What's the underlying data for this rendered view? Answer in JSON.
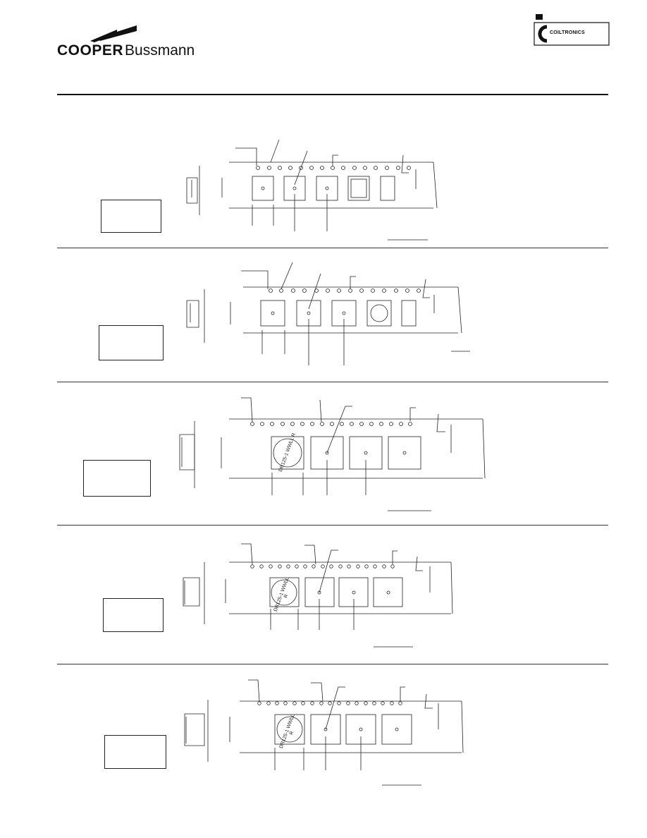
{
  "brand": {
    "company": "COOPER",
    "division": "Bussmann",
    "sub_brand_logo": "COILTRONICS",
    "sub_brand_logo_text": "COILTRONICS"
  },
  "icons": {
    "company_logo": "cooper-bussmann-logo",
    "sub_brand_logo": "coiltronics-logo"
  },
  "colors": {
    "ink": "#111111",
    "background": "#ffffff"
  },
  "sections": [
    {
      "id": "tape-1",
      "part_marking": ""
    },
    {
      "id": "tape-2",
      "part_marking": ""
    },
    {
      "id": "tape-3",
      "part_marking": "DR125-1 WWLL R"
    },
    {
      "id": "tape-4",
      "part_marking": "DR125-1 WWLL R"
    },
    {
      "id": "tape-5",
      "part_marking": "DR125-1 WWLL R"
    }
  ]
}
